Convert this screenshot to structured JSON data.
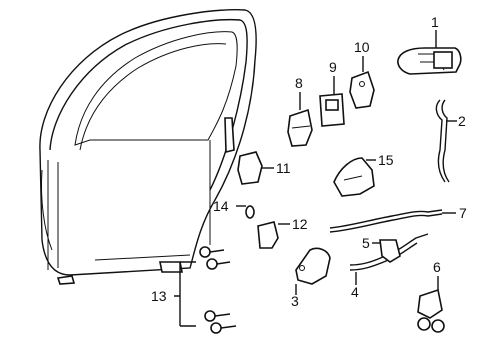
{
  "diagram": {
    "title": "",
    "callouts": [
      {
        "id": "c1",
        "text": "1"
      },
      {
        "id": "c2",
        "text": "2"
      },
      {
        "id": "c3",
        "text": "3"
      },
      {
        "id": "c4",
        "text": "4"
      },
      {
        "id": "c5",
        "text": "5"
      },
      {
        "id": "c6",
        "text": "6"
      },
      {
        "id": "c7",
        "text": "7"
      },
      {
        "id": "c8",
        "text": "8"
      },
      {
        "id": "c9",
        "text": "9"
      },
      {
        "id": "c10",
        "text": "10"
      },
      {
        "id": "c11",
        "text": "11"
      },
      {
        "id": "c12",
        "text": "12"
      },
      {
        "id": "c13",
        "text": "13"
      },
      {
        "id": "c14",
        "text": "14"
      },
      {
        "id": "c15",
        "text": "15"
      }
    ],
    "colors": {
      "ink": "#111111",
      "background": "#ffffff"
    }
  }
}
